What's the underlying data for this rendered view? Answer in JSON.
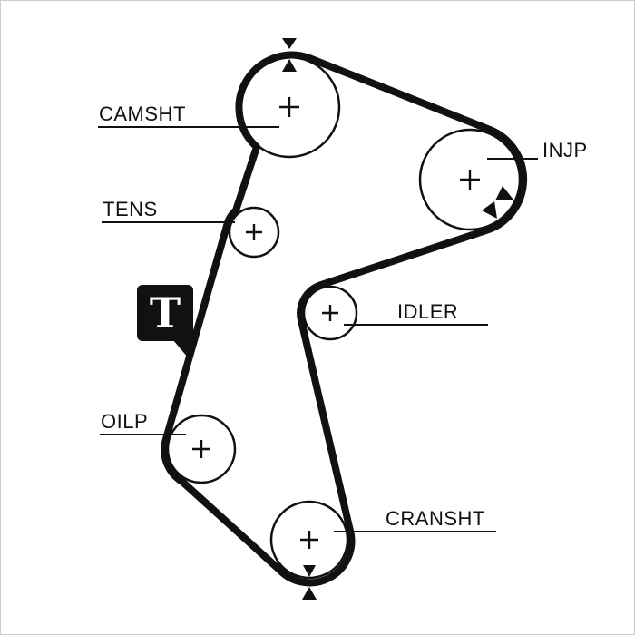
{
  "labels": {
    "camsht": "CAMSHT",
    "tens": "TENS",
    "injp": "INJP",
    "idler": "IDLER",
    "oilp": "OILP",
    "cransht": "CRANSHT"
  },
  "logo": {
    "letter": "T"
  },
  "icons": {
    "timing_mark": "filled-triangle",
    "pulley_center": "plus-cross"
  },
  "colors": {
    "ink": "#111111",
    "background": "#ffffff",
    "frame": "#cccccc"
  }
}
